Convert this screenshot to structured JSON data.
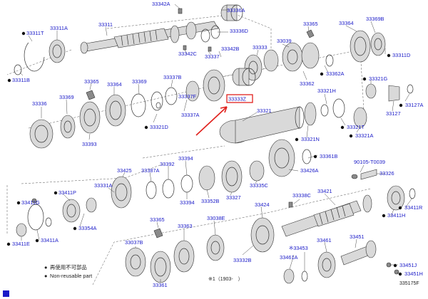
{
  "diagram": {
    "labels": [
      {
        "id": "33342A",
        "text": "33342A"
      },
      {
        "id": "33336A",
        "text": "33336A"
      },
      {
        "id": "33311T",
        "text": "33311T"
      },
      {
        "id": "33311A",
        "text": "33311A"
      },
      {
        "id": "33311",
        "text": "33311"
      },
      {
        "id": "33336D",
        "text": "33336D"
      },
      {
        "id": "33365t",
        "text": "33365"
      },
      {
        "id": "33364t",
        "text": "33364"
      },
      {
        "id": "33369Bt",
        "text": "33369B"
      },
      {
        "id": "33311B",
        "text": "33311B"
      },
      {
        "id": "33342C",
        "text": "33342C"
      },
      {
        "id": "33337",
        "text": "33337"
      },
      {
        "id": "33342B",
        "text": "33342B"
      },
      {
        "id": "33333",
        "text": "33333"
      },
      {
        "id": "33039",
        "text": "33039"
      },
      {
        "id": "33311D",
        "text": "33311D"
      },
      {
        "id": "33365m",
        "text": "33365"
      },
      {
        "id": "33337B",
        "text": "33337B"
      },
      {
        "id": "33362A",
        "text": "33362A"
      },
      {
        "id": "33362",
        "text": "33362"
      },
      {
        "id": "33321G",
        "text": "33321G"
      },
      {
        "id": "33336",
        "text": "33336"
      },
      {
        "id": "33369m",
        "text": "33369"
      },
      {
        "id": "33364m",
        "text": "33364"
      },
      {
        "id": "33369",
        "text": "33369"
      },
      {
        "id": "33337F",
        "text": "33337F"
      },
      {
        "id": "33321H",
        "text": "33321H"
      },
      {
        "id": "33393",
        "text": "33393"
      },
      {
        "id": "33321D",
        "text": "33321D"
      },
      {
        "id": "33337A",
        "text": "33337A"
      },
      {
        "id": "33321",
        "text": "33321"
      },
      {
        "id": "33127",
        "text": "33127"
      },
      {
        "id": "33127A",
        "text": "33127A"
      },
      {
        "id": "33321N",
        "text": "33321N"
      },
      {
        "id": "33321T",
        "text": "33321T"
      },
      {
        "id": "33321A",
        "text": "33321A"
      },
      {
        "id": "33361B",
        "text": "33361B"
      },
      {
        "id": "33394",
        "text": "33394"
      },
      {
        "id": "33392",
        "text": "33392"
      },
      {
        "id": "33425",
        "text": "33425"
      },
      {
        "id": "33387A",
        "text": "33387A"
      },
      {
        "id": "33426A",
        "text": "33426A"
      },
      {
        "id": "90105",
        "text": "90105-T0039"
      },
      {
        "id": "33326",
        "text": "33326"
      },
      {
        "id": "33331A",
        "text": "33331A"
      },
      {
        "id": "33394b",
        "text": "33394"
      },
      {
        "id": "33352B",
        "text": "33352B"
      },
      {
        "id": "33327",
        "text": "33327"
      },
      {
        "id": "33335C",
        "text": "33335C"
      },
      {
        "id": "33338C",
        "text": "33338C"
      },
      {
        "id": "33421",
        "text": "33421"
      },
      {
        "id": "33411G",
        "text": "33411G"
      },
      {
        "id": "33411P",
        "text": "33411P"
      },
      {
        "id": "33411R",
        "text": "33411R"
      },
      {
        "id": "33365b",
        "text": "33365"
      },
      {
        "id": "33424",
        "text": "33424"
      },
      {
        "id": "33354A",
        "text": "33354A"
      },
      {
        "id": "33411H",
        "text": "33411H"
      },
      {
        "id": "33411A",
        "text": "33411A"
      },
      {
        "id": "33038E",
        "text": "33038E"
      },
      {
        "id": "33363",
        "text": "33363"
      },
      {
        "id": "33037B",
        "text": "33037B"
      },
      {
        "id": "33451",
        "text": "33451"
      },
      {
        "id": "33411E",
        "text": "33411E"
      },
      {
        "id": "33453",
        "text": "※33453"
      },
      {
        "id": "33461",
        "text": "33461"
      },
      {
        "id": "33332B",
        "text": "33332B"
      },
      {
        "id": "33461A",
        "text": "33461A"
      },
      {
        "id": "33451J",
        "text": "33451J"
      },
      {
        "id": "33451H",
        "text": "33451H"
      },
      {
        "id": "33361",
        "text": "33361"
      }
    ],
    "highlight": {
      "text": "33333Z"
    },
    "legend": [
      {
        "symbol": "●",
        "text": "再使用不可部品"
      },
      {
        "symbol": "●",
        "text": "Non-reusable part"
      }
    ],
    "footnote": "※1（1903-　）",
    "figure_code": "335175F",
    "colors": {
      "label": "#1a1ac8",
      "highlight": "#e0201c"
    }
  }
}
